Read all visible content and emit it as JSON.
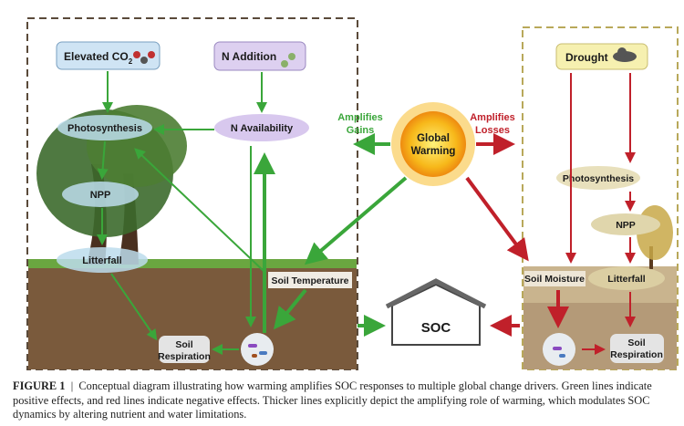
{
  "diagram": {
    "left_panel": {
      "drivers": {
        "co2": "Elevated CO",
        "co2_sub": "2",
        "n_addition": "N Addition"
      },
      "photosynthesis": "Photosynthesis",
      "npp": "NPP",
      "litterfall": "Litterfall",
      "n_availability": "N Availability",
      "soil_temperature": "Soil Temperature",
      "soil_respiration": [
        "Soil",
        "Respiration"
      ]
    },
    "center": {
      "global_warming": [
        "Global",
        "Warming"
      ],
      "amplifies_gains": [
        "Amplifies",
        "Gains"
      ],
      "amplifies_losses": [
        "Amplifies",
        "Losses"
      ],
      "soc": "SOC"
    },
    "right_panel": {
      "drought": "Drought",
      "photosynthesis": "Photosynthesis",
      "npp": "NPP",
      "litterfall": "Litterfall",
      "soil_moisture": "Soil Moisture",
      "soil_respiration": [
        "Soil",
        "Respiration"
      ]
    },
    "colors": {
      "positive": "#3aa63a",
      "negative": "#c0202a",
      "left_border": "#5a4a3a",
      "right_border": "#b8a85a",
      "soil": "#7a5a3c"
    }
  },
  "caption": {
    "label": "FIGURE 1",
    "separator": "|",
    "text": "Conceptual diagram illustrating how warming amplifies SOC responses to multiple global change drivers. Green lines indicate positive effects, and red lines indicate negative effects. Thicker lines explicitly depict the amplifying role of warming, which modulates SOC dynamics by altering nutrient and water limitations."
  }
}
